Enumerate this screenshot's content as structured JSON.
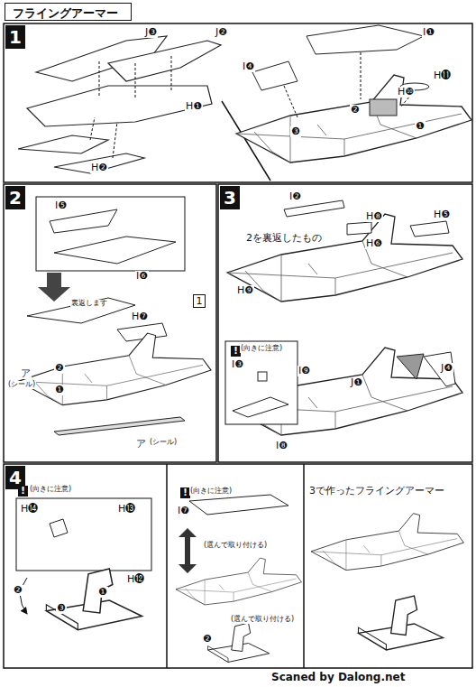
{
  "diagram": {
    "title": "フライングアーマー",
    "nodes": [
      {
        "text": [
          "1"
        ]
      },
      {
        "text": [
          "2"
        ]
      },
      {
        "text": [
          "1"
        ]
      },
      {
        "text": [
          "3"
        ]
      },
      {
        "text": [
          "4"
        ]
      }
    ],
    "labels": [
      "J❸",
      "J❷",
      "H❶",
      "H❷",
      "I❶",
      "I❹",
      "H⓫",
      "H❿",
      "❷",
      "❸",
      "❶",
      "I❺",
      "I❻",
      "裏返します",
      "H❼",
      "ア",
      "(シール)",
      "❷",
      "❶",
      "ア",
      "(シール)",
      "I❷",
      "H❽",
      "H❺",
      "H❻",
      "2を裏返したもの",
      "H❾",
      "!",
      "(向きに注意)",
      "I❸",
      "I❾",
      "J❶",
      "J❹",
      "I❽",
      "!",
      "(向きに注意)",
      "H⓮",
      "H⓭",
      "❷",
      "H⓬",
      "❸",
      "❶",
      "!",
      "(向きに注意)",
      "I❼",
      "(選んで取り付ける)",
      "(選んで取り付ける)",
      "❷",
      "3で作ったフライングアーマー",
      "Scaned by Dalong.net"
    ]
  }
}
